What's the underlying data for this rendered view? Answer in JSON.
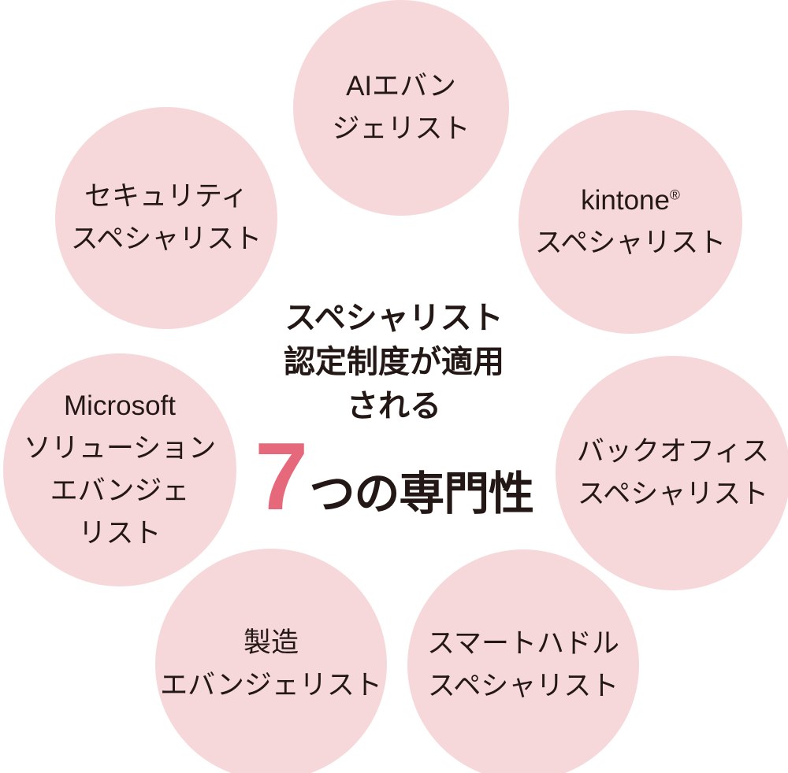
{
  "colors": {
    "background": "#ffffff",
    "circle_fill": "#f7d8da",
    "text": "#231815",
    "accent_number": "#e5697a"
  },
  "center": {
    "line1": "スペシャリスト",
    "line2": "認定制度が適用",
    "line3": "される",
    "number": "7",
    "number_suffix": "つの専門性"
  },
  "circles": [
    {
      "id": "ai-evangelist",
      "lines": [
        "AIエバン",
        "ジェリスト"
      ]
    },
    {
      "id": "kintone-specialist",
      "brand": "kintone",
      "reg_mark": "®",
      "lines": [
        "スペシャリスト"
      ]
    },
    {
      "id": "security-specialist",
      "lines": [
        "セキュリティ",
        "スペシャリスト"
      ]
    },
    {
      "id": "microsoft-solution-evangelist",
      "lines": [
        "Microsoft",
        "ソリューション",
        "エバンジェ",
        "リスト"
      ]
    },
    {
      "id": "backoffice-specialist",
      "lines": [
        "バックオフィス",
        "スペシャリスト"
      ]
    },
    {
      "id": "manufacturing-evangelist",
      "lines": [
        "製造",
        "エバンジェリスト"
      ]
    },
    {
      "id": "smart-huddle-specialist",
      "lines": [
        "スマートハドル",
        "スペシャリスト"
      ]
    }
  ]
}
